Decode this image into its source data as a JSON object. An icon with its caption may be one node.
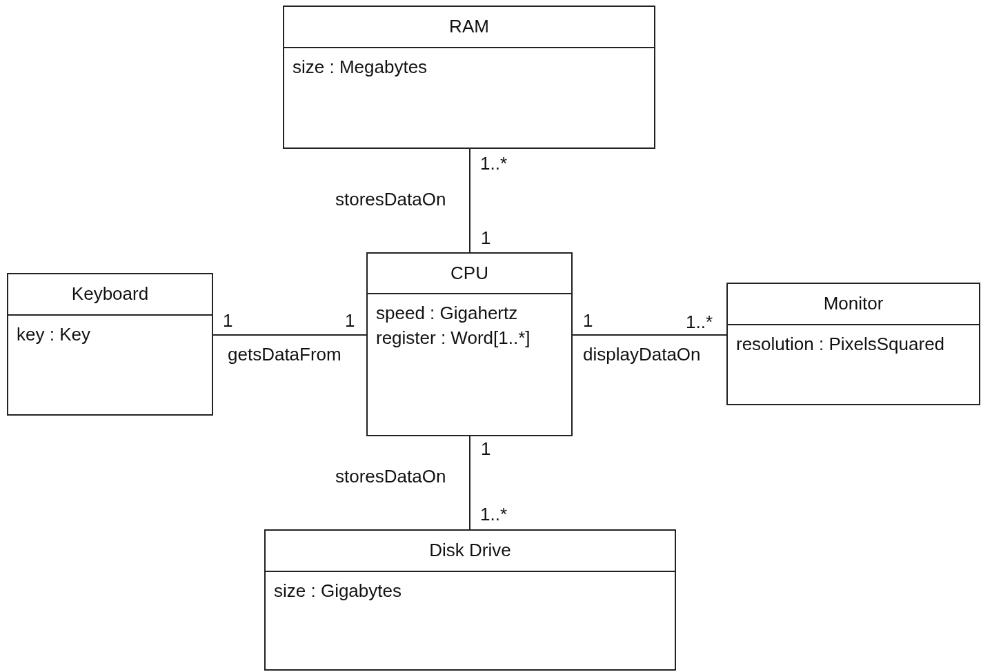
{
  "diagram": {
    "nodes": [
      {
        "text": [
          "RAM",
          "size : Megabytes"
        ]
      },
      {
        "text": [
          "Keyboard",
          "key : Key"
        ]
      },
      {
        "text": [
          "CPU",
          "speed : Gigahertz",
          "register : Word[1..*]"
        ]
      },
      {
        "text": [
          "Monitor",
          "resolution : PixelsSquared"
        ]
      },
      {
        "text": [
          "Disk Drive",
          "size : Gigabytes"
        ]
      }
    ],
    "edges": [
      {
        "from": 2,
        "to": 0,
        "arrow": "none",
        "label": "storesDataOn"
      },
      {
        "from": 1,
        "to": 2,
        "arrow": "none",
        "label": "getsDataFrom"
      },
      {
        "from": 2,
        "to": 3,
        "arrow": "none",
        "label": "displayDataOn"
      },
      {
        "from": 2,
        "to": 4,
        "arrow": "none",
        "label": "storesDataOn"
      }
    ],
    "labels": [
      "1..*",
      "1",
      "1",
      "1",
      "1",
      "1..*",
      "1",
      "1..*"
    ]
  }
}
